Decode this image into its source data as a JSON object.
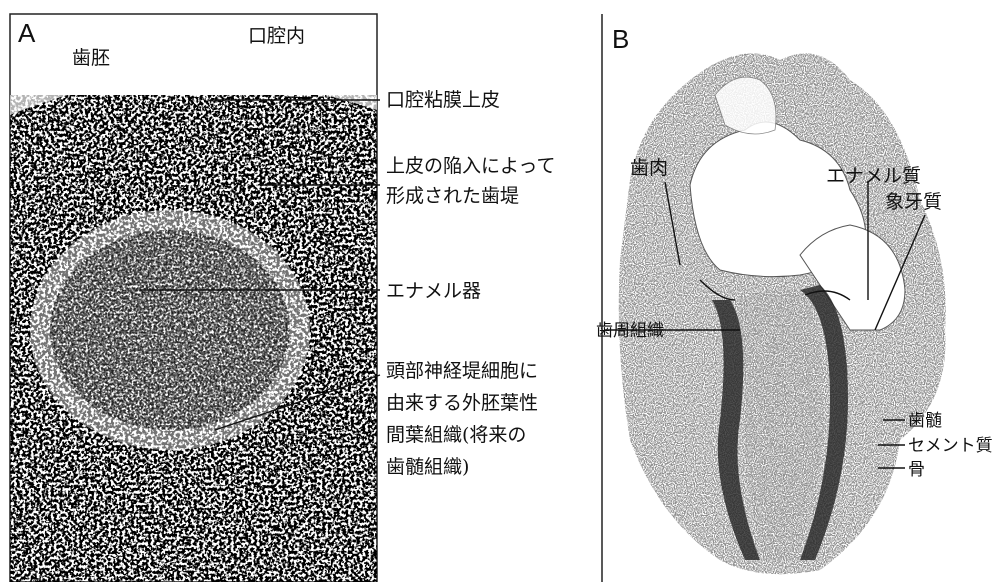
{
  "panel_a": {
    "letter": "A",
    "labels": {
      "tooth_germ": "歯胚",
      "oral_cavity": "口腔内",
      "oral_epithelium": "口腔粘膜上皮",
      "dental_lamina_line1": "上皮の陥入によって",
      "dental_lamina_line2": "形成された歯堤",
      "enamel_organ": "エナメル器",
      "mesenchyme_line1": "頭部神経堤細胞に",
      "mesenchyme_line2": "由来する外胚葉性",
      "mesenchyme_line3": "間葉組織(将来の",
      "mesenchyme_line4": "歯髄組織)"
    }
  },
  "panel_b": {
    "letter": "B",
    "labels": {
      "gingiva": "歯肉",
      "enamel": "エナメル質",
      "dentin": "象牙質",
      "periodontium": "歯周組織",
      "pulp": "歯髄",
      "cementum": "セメント質",
      "bone": "骨"
    }
  }
}
